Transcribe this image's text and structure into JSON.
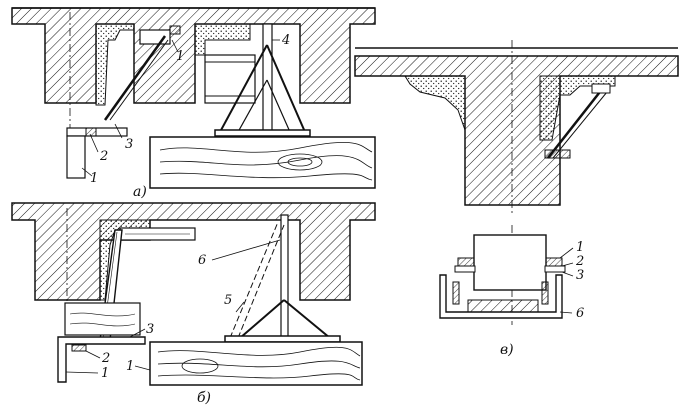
{
  "figure": {
    "panel_a": {
      "caption": "а)",
      "callouts": [
        "1",
        "2",
        "3",
        "1",
        "4"
      ]
    },
    "panel_b": {
      "caption": "б)",
      "callouts": [
        "6",
        "5",
        "3",
        "2",
        "1",
        "1"
      ]
    },
    "panel_v": {
      "caption": "в)",
      "callouts": [
        "1",
        "2",
        "3",
        "6"
      ]
    },
    "colors": {
      "ink": "#111111",
      "paper": "#ffffff",
      "wood": "#f4f1ea"
    }
  }
}
